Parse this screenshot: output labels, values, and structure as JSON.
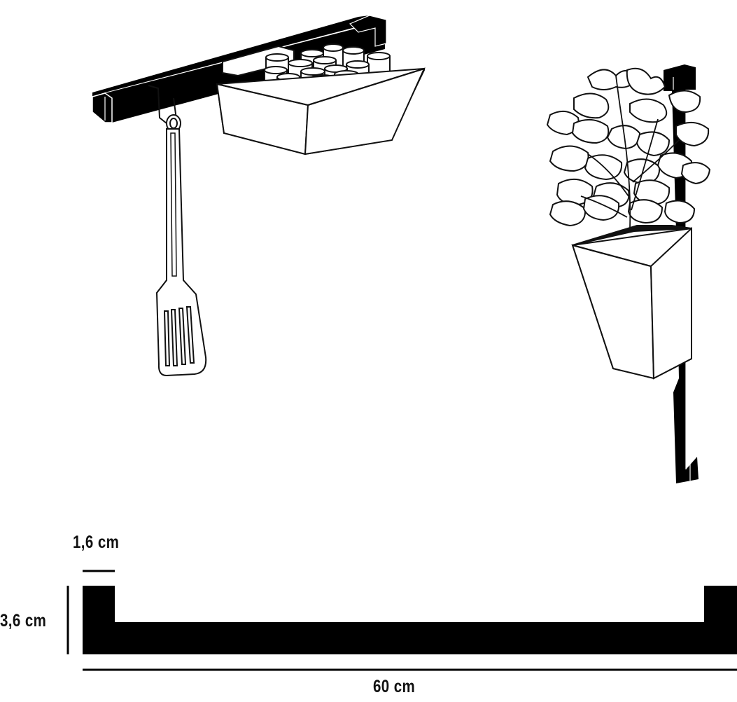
{
  "dimensions": {
    "width_label": "1,6 cm",
    "height_label": "3,6 cm",
    "length_label": "60 cm"
  },
  "colors": {
    "rail": "#000000",
    "outline": "#111111",
    "fill": "#ffffff",
    "soil": "#111111"
  },
  "icons": {
    "spatula": "spatula-icon",
    "spice_basket": "spice-basket-icon",
    "plant_pot": "plant-pot-icon"
  }
}
